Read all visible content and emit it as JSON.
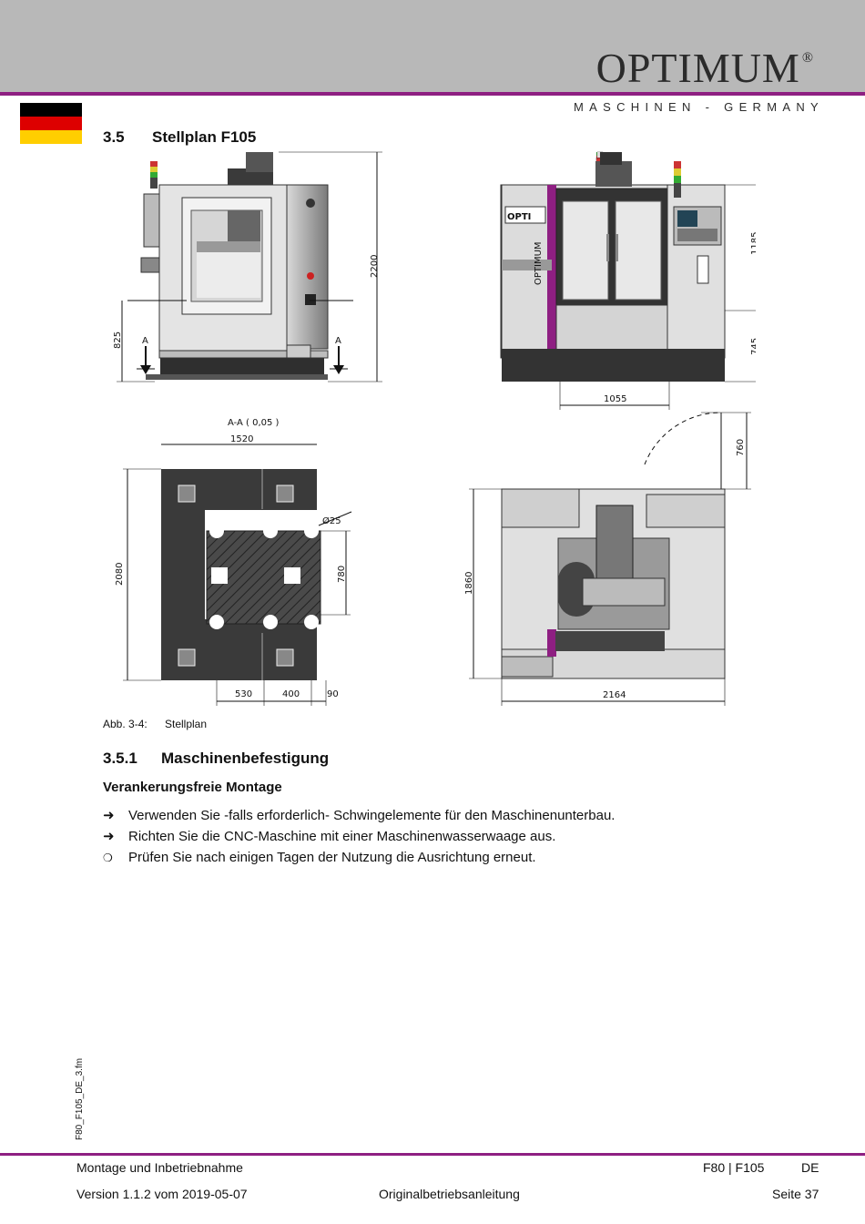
{
  "header": {
    "logo": "OPTIMUM",
    "registered": "®",
    "tagline": "MASCHINEN - GERMANY"
  },
  "section": {
    "number": "3.5",
    "title": "Stellplan F105"
  },
  "drawing": {
    "section_label": "A-A ( 0,05 )",
    "cut_marker_left": "A",
    "cut_marker_right": "A",
    "dimensions": {
      "front_height": "2200",
      "front_lower": "825",
      "right_upper": "1185",
      "right_lower": "745",
      "right_width": "1055",
      "plan_width": "1520",
      "plan_depth": "2080",
      "plan_inner": "780",
      "hole_diameter": "Ø25",
      "plan_bottom_1": "530",
      "plan_bottom_2": "400",
      "plan_bottom_3": "90",
      "top_depth": "1860",
      "top_width": "2164",
      "door_swing": "760"
    },
    "machine_badge": "OPTI",
    "machine_side_label": "OPTIMUM"
  },
  "figure": {
    "number": "Abb. 3-4:",
    "label": "Stellplan"
  },
  "subsection": {
    "number": "3.5.1",
    "title": "Maschinenbefestigung"
  },
  "subheading": "Verankerungsfreie Montage",
  "list": [
    {
      "marker": "➜",
      "text": "Verwenden Sie -falls erforderlich- Schwingelemente für den Maschinenunterbau."
    },
    {
      "marker": "➜",
      "text": "Richten Sie die CNC-Maschine mit einer Maschinenwasserwaage aus."
    },
    {
      "marker": "❍",
      "text": "Prüfen Sie nach einigen Tagen der Nutzung die Ausrichtung erneut."
    }
  ],
  "side_file": "F80_F105_DE_3.fm",
  "footer": {
    "left_top": "Montage und Inbetriebnahme",
    "model": "F80 | F105",
    "lang": "DE",
    "version": "Version 1.1.2  vom 2019-05-07",
    "center": "Originalbetriebsanleitung",
    "page": "Seite 37"
  },
  "colors": {
    "accent": "#8e1f82",
    "header_gray": "#b8b8b8",
    "flag_black": "#000000",
    "flag_red": "#dd0000",
    "flag_gold": "#ffce00"
  }
}
